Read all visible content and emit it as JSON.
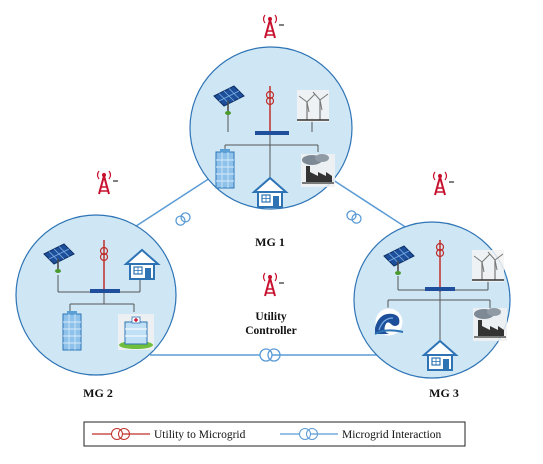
{
  "microgrids": [
    {
      "label": "MG 1",
      "assets": [
        "solar-panel",
        "wind-turbine",
        "office-building",
        "house",
        "factory"
      ]
    },
    {
      "label": "MG 2",
      "assets": [
        "solar-panel",
        "house",
        "office-building",
        "hospital"
      ]
    },
    {
      "label": "MG 3",
      "assets": [
        "solar-panel",
        "wind-turbine",
        "ocean-wave",
        "factory",
        "house"
      ]
    }
  ],
  "utility_controller": {
    "line1": "Utility",
    "line2": "Controller"
  },
  "legend": {
    "utility_to_microgrid": "Utility to Microgrid",
    "microgrid_interaction": "Microgrid Interaction"
  },
  "colors": {
    "circle_fill": "#cfe6f5",
    "circle_stroke": "#2e74b5",
    "utility_line": "#c0302b",
    "interaction_line": "#5b9bd5",
    "bus_bar": "#1f4e9c",
    "tower": "#c8102e"
  },
  "icons": [
    "radio-tower-icon",
    "transformer-icon",
    "solar-panel-icon",
    "wind-turbine-icon",
    "office-building-icon",
    "house-icon",
    "factory-icon",
    "hospital-icon",
    "ocean-wave-icon"
  ]
}
